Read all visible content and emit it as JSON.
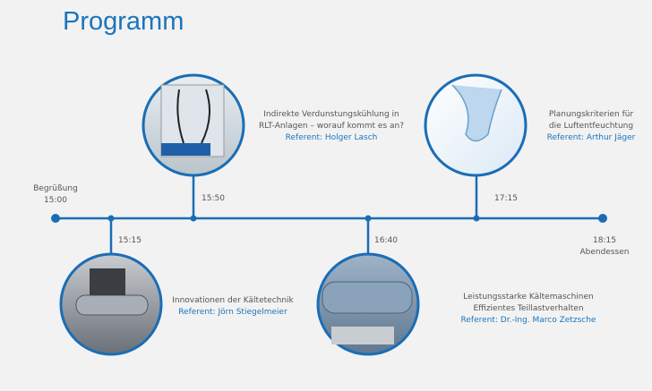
{
  "title": "Programm",
  "colors": {
    "accent": "#1b75bc",
    "line": "#1a6db5"
  },
  "events": [
    {
      "time": "15:00",
      "label": "Begrüßung"
    },
    {
      "time": "15:15",
      "talk": "Innovationen der Kältetechnik",
      "referent": "Referent: Jörn Stiegelmeier"
    },
    {
      "time": "15:50",
      "talk1": "Indirekte Verdunstungskühlung in",
      "talk2": "RLT-Anlagen – worauf kommt es an?",
      "referent": "Referent: Holger Lasch"
    },
    {
      "time": "16:40",
      "talk1": "Leistungsstarke Kältemaschinen",
      "talk2": "Effizientes Teillastverhalten",
      "referent": "Referent: Dr.-Ing. Marco Zetzsche"
    },
    {
      "time": "17:15",
      "talk1": "Planungskriterien für",
      "talk2": "die Luftentfeuchtung",
      "referent": "Referent: Arthur Jäger"
    },
    {
      "time": "18:15",
      "label": "Abendessen"
    }
  ]
}
